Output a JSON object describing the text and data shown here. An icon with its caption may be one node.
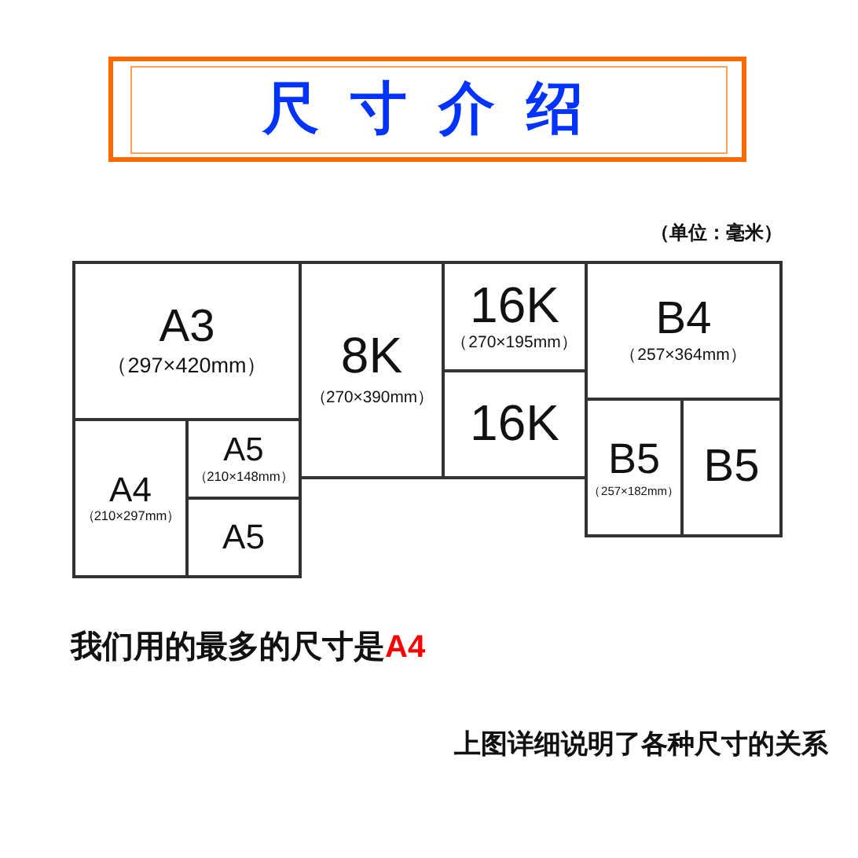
{
  "diagram": {
    "title": "尺寸介绍",
    "caption": "上图详细说明了各种尺寸的关系",
    "nodes": [
      {
        "text": [
          "A3",
          "（297×420mm）"
        ]
      },
      {
        "text": [
          "A4",
          "（210×297mm）"
        ]
      },
      {
        "text": [
          "A5",
          "（210×148mm）"
        ]
      },
      {
        "text": [
          "A5"
        ]
      },
      {
        "text": [
          "8K",
          "（270×390mm）"
        ]
      },
      {
        "text": [
          "16K",
          "（270×195mm）"
        ]
      },
      {
        "text": [
          "16K"
        ]
      },
      {
        "text": [
          "B4",
          "（257×364mm）"
        ]
      },
      {
        "text": [
          "B5",
          "（257×182mm）"
        ]
      },
      {
        "text": [
          "B5"
        ]
      }
    ],
    "labels": [
      "（单位：毫米）",
      "我们用的最多的尺寸是**A4**"
    ]
  }
}
